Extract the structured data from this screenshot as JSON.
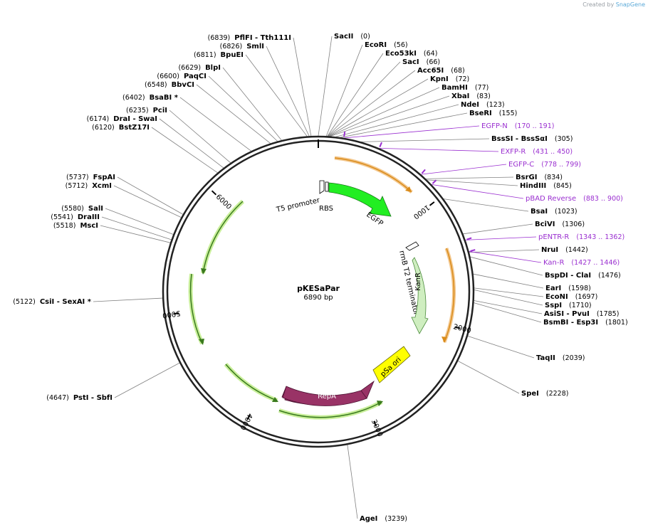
{
  "credit": {
    "prefix": "Created by",
    "brand": "SnapGene"
  },
  "plasmid": {
    "name": "pKESaPar",
    "length_label": "6890 bp",
    "length": 6890
  },
  "ticks": [
    {
      "bp": 1000,
      "label": "1000"
    },
    {
      "bp": 2000,
      "label": "2000"
    },
    {
      "bp": 3000,
      "label": "3000"
    },
    {
      "bp": 4000,
      "label": "4000"
    },
    {
      "bp": 5000,
      "label": "5000"
    },
    {
      "bp": 6000,
      "label": "6000"
    }
  ],
  "sites": [
    {
      "id": "sacii",
      "name": "SacII",
      "pos": "(0)",
      "bp": 0,
      "side": "right"
    },
    {
      "id": "ecori",
      "name": "EcoRI",
      "pos": "(56)",
      "bp": 56,
      "side": "right"
    },
    {
      "id": "eco53ki",
      "name": "Eco53kI",
      "pos": "(64)",
      "bp": 64,
      "side": "right"
    },
    {
      "id": "saci",
      "name": "SacI",
      "pos": "(66)",
      "bp": 66,
      "side": "right"
    },
    {
      "id": "acc65i",
      "name": "Acc65I",
      "pos": "(68)",
      "bp": 68,
      "side": "right"
    },
    {
      "id": "kpni",
      "name": "KpnI",
      "pos": "(72)",
      "bp": 72,
      "side": "right"
    },
    {
      "id": "bamhi",
      "name": "BamHI",
      "pos": "(77)",
      "bp": 77,
      "side": "right"
    },
    {
      "id": "xbai",
      "name": "XbaI",
      "pos": "(83)",
      "bp": 83,
      "side": "right"
    },
    {
      "id": "ndei",
      "name": "NdeI",
      "pos": "(123)",
      "bp": 123,
      "side": "right"
    },
    {
      "id": "bseri",
      "name": "BseRI",
      "pos": "(155)",
      "bp": 155,
      "side": "right"
    },
    {
      "id": "egfpn",
      "name": "EGFP-N",
      "pos": "(170 .. 191)",
      "bp": 180,
      "side": "right",
      "primer": true
    },
    {
      "id": "bsssi",
      "name": "BssSI  - BssSαI",
      "pos": "(305)",
      "bp": 305,
      "side": "right"
    },
    {
      "id": "exfpr",
      "name": "EXFP-R",
      "pos": "(431 .. 450)",
      "bp": 440,
      "side": "right",
      "primer": true
    },
    {
      "id": "egfpc",
      "name": "EGFP-C",
      "pos": "(778 .. 799)",
      "bp": 788,
      "side": "right",
      "primer": true
    },
    {
      "id": "bsrgi",
      "name": "BsrGI",
      "pos": "(834)",
      "bp": 834,
      "side": "right"
    },
    {
      "id": "hindiii",
      "name": "HindIII",
      "pos": "(845)",
      "bp": 845,
      "side": "right"
    },
    {
      "id": "pbadrev",
      "name": "pBAD Reverse",
      "pos": "(883 .. 900)",
      "bp": 891,
      "side": "right",
      "primer": true
    },
    {
      "id": "bsai",
      "name": "BsaI",
      "pos": "(1023)",
      "bp": 1023,
      "side": "right"
    },
    {
      "id": "bcivi",
      "name": "BciVI",
      "pos": "(1306)",
      "bp": 1306,
      "side": "right"
    },
    {
      "id": "pentrr",
      "name": "pENTR-R",
      "pos": "(1343 .. 1362)",
      "bp": 1352,
      "side": "right",
      "primer": true
    },
    {
      "id": "nrui",
      "name": "NruI",
      "pos": "(1442)",
      "bp": 1442,
      "side": "right"
    },
    {
      "id": "kanr",
      "name": "Kan-R",
      "pos": "(1427 .. 1446)",
      "bp": 1436,
      "side": "right",
      "primer": true
    },
    {
      "id": "bspdi",
      "name": "BspDI  - ClaI",
      "pos": "(1476)",
      "bp": 1476,
      "side": "right"
    },
    {
      "id": "eari",
      "name": "EarI",
      "pos": "(1598)",
      "bp": 1598,
      "side": "right"
    },
    {
      "id": "ecoini",
      "name": "EcoNI",
      "pos": "(1697)",
      "bp": 1697,
      "side": "right"
    },
    {
      "id": "sspi",
      "name": "SspI",
      "pos": "(1710)",
      "bp": 1710,
      "side": "right"
    },
    {
      "id": "asisi",
      "name": "AsiSI  - PvuI",
      "pos": "(1785)",
      "bp": 1785,
      "side": "right"
    },
    {
      "id": "bsmbi",
      "name": "BsmBI  - Esp3I",
      "pos": "(1801)",
      "bp": 1801,
      "side": "right"
    },
    {
      "id": "taqii",
      "name": "TaqII",
      "pos": "(2039)",
      "bp": 2039,
      "side": "right"
    },
    {
      "id": "spei",
      "name": "SpeI",
      "pos": "(2228)",
      "bp": 2228,
      "side": "right"
    },
    {
      "id": "agei",
      "name": "AgeI",
      "pos": "(3239)",
      "bp": 3239,
      "side": "right"
    },
    {
      "id": "psti",
      "name": "PstI  - SbfI",
      "pos": "(4647)",
      "bp": 4647,
      "side": "left"
    },
    {
      "id": "csii",
      "name": "CsiI  - SexAI *",
      "pos": "(5122)",
      "bp": 5122,
      "side": "left"
    },
    {
      "id": "msci",
      "name": "MscI",
      "pos": "(5518)",
      "bp": 5518,
      "side": "left"
    },
    {
      "id": "draiii",
      "name": "DraIII",
      "pos": "(5541)",
      "bp": 5541,
      "side": "left"
    },
    {
      "id": "sali",
      "name": "SalI",
      "pos": "(5580)",
      "bp": 5580,
      "side": "left"
    },
    {
      "id": "xcmi",
      "name": "XcmI",
      "pos": "(5712)",
      "bp": 5712,
      "side": "left"
    },
    {
      "id": "fspai",
      "name": "FspAI",
      "pos": "(5737)",
      "bp": 5737,
      "side": "left"
    },
    {
      "id": "bstz17i",
      "name": "BstZ17I",
      "pos": "(6120)",
      "bp": 6120,
      "side": "left"
    },
    {
      "id": "drai",
      "name": "DraI  - SwaI",
      "pos": "(6174)",
      "bp": 6174,
      "side": "left"
    },
    {
      "id": "pcii",
      "name": "PciI",
      "pos": "(6235)",
      "bp": 6235,
      "side": "left"
    },
    {
      "id": "bsabi",
      "name": "BsaBI *",
      "pos": "(6402)",
      "bp": 6402,
      "side": "left"
    },
    {
      "id": "bbvci",
      "name": "BbvCI",
      "pos": "(6548)",
      "bp": 6548,
      "side": "left"
    },
    {
      "id": "paqci",
      "name": "PaqCI",
      "pos": "(6600)",
      "bp": 6600,
      "side": "left"
    },
    {
      "id": "blpi",
      "name": "BlpI",
      "pos": "(6629)",
      "bp": 6629,
      "side": "left"
    },
    {
      "id": "bpuei",
      "name": "BpuEI",
      "pos": "(6811)",
      "bp": 6811,
      "side": "left"
    },
    {
      "id": "smli",
      "name": "SmlI",
      "pos": "(6826)",
      "bp": 6826,
      "side": "left"
    },
    {
      "id": "pflfi",
      "name": "PflFI  - Tth111I",
      "pos": "(6839)",
      "bp": 6839,
      "side": "left"
    }
  ],
  "features": [
    {
      "id": "t5promoter",
      "label": "T5 promoter"
    },
    {
      "id": "rbs",
      "label": "RBS"
    },
    {
      "id": "egfp",
      "label": "EGFP",
      "start": 190,
      "end": 910,
      "color": "#22ee22"
    },
    {
      "id": "rrnbt2",
      "label": "rrnB T2 terminator"
    },
    {
      "id": "kanr",
      "label": "KanR",
      "start": 1330,
      "end": 2050,
      "color": "#cfeec0"
    },
    {
      "id": "psaori",
      "label": "pSa ori",
      "start": 2280,
      "end": 2680,
      "color": "#ffff00"
    },
    {
      "id": "repa",
      "label": "RepA",
      "start": 2900,
      "end": 3800,
      "color": "#993366"
    }
  ],
  "colors": {
    "backbone": "#222222",
    "orange_arc": "#d98b1a",
    "green_arc": "#3a7a1e",
    "primer": "#9a2fd0",
    "leader": "#808080"
  }
}
